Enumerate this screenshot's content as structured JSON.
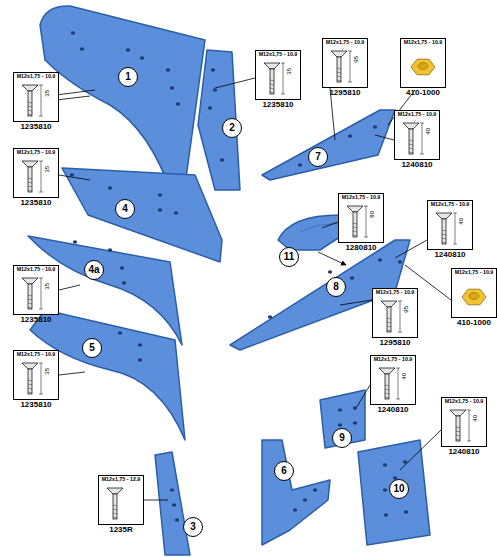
{
  "diagram": {
    "nodes": [
      {
        "text": [
          "1"
        ]
      },
      {
        "text": [
          "M12x1,75 - 10.9",
          "35",
          "1235810"
        ]
      },
      {
        "text": [
          "M12x1,75 - 10.9",
          "35",
          "1235810"
        ]
      },
      {
        "text": [
          "2"
        ]
      },
      {
        "text": [
          "M12x1,75 - 10.9",
          "95",
          "1295810"
        ]
      },
      {
        "text": [
          "M12x1,75 - 10.9",
          "410-1000"
        ]
      },
      {
        "text": [
          "M12x1,75 - 10.9",
          "40",
          "1240810"
        ]
      },
      {
        "text": [
          "7"
        ]
      },
      {
        "text": [
          "M12x1,75 - 10.9",
          "35",
          "1235810"
        ]
      },
      {
        "text": [
          "4"
        ]
      },
      {
        "text": [
          "M12x1,75 - 10.9",
          "80",
          "1280810"
        ]
      },
      {
        "text": [
          "M12x1,75 - 10.9",
          "40",
          "1240810"
        ]
      },
      {
        "text": [
          "11"
        ]
      },
      {
        "text": [
          "M12x1,75 - 10.9",
          "35",
          "1235810"
        ]
      },
      {
        "text": [
          "4a"
        ]
      },
      {
        "text": [
          "M12x1,75 - 10.9",
          "410-1000"
        ]
      },
      {
        "text": [
          "8"
        ]
      },
      {
        "text": [
          "M12x1,75 - 10.9",
          "95",
          "1295810"
        ]
      },
      {
        "text": [
          "5"
        ]
      },
      {
        "text": [
          "M12x1,75 - 10.9",
          "35",
          "1235810"
        ]
      },
      {
        "text": [
          "M12x1,75 - 10.9",
          "40",
          "1240810"
        ]
      },
      {
        "text": [
          "M12x1,75 - 10.9",
          "40",
          "1240810"
        ]
      },
      {
        "text": [
          "9"
        ]
      },
      {
        "text": [
          "6"
        ]
      },
      {
        "text": [
          "M12x1,75 - 12.9",
          "1235R"
        ]
      },
      {
        "text": [
          "10"
        ]
      },
      {
        "text": [
          "3"
        ]
      }
    ]
  }
}
